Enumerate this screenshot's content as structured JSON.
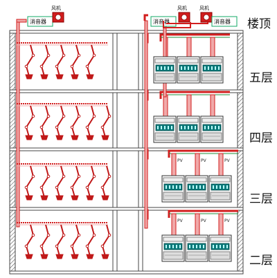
{
  "labels": {
    "muffler": "消音器",
    "fan": "风机",
    "pv": "PV"
  },
  "floors": [
    {
      "key": "roof",
      "name": "楼顶"
    },
    {
      "key": "f5",
      "name": "五层"
    },
    {
      "key": "f4",
      "name": "四层"
    },
    {
      "key": "f3",
      "name": "三层"
    },
    {
      "key": "f2",
      "name": "二层"
    }
  ],
  "colors": {
    "duct": "#d21d1d",
    "duct_light": "#f0a9a9",
    "wall": "#444444",
    "arm": "#c01818",
    "cabinet_screen": "#0b7a7a",
    "green_line": "#1e8c3a"
  }
}
